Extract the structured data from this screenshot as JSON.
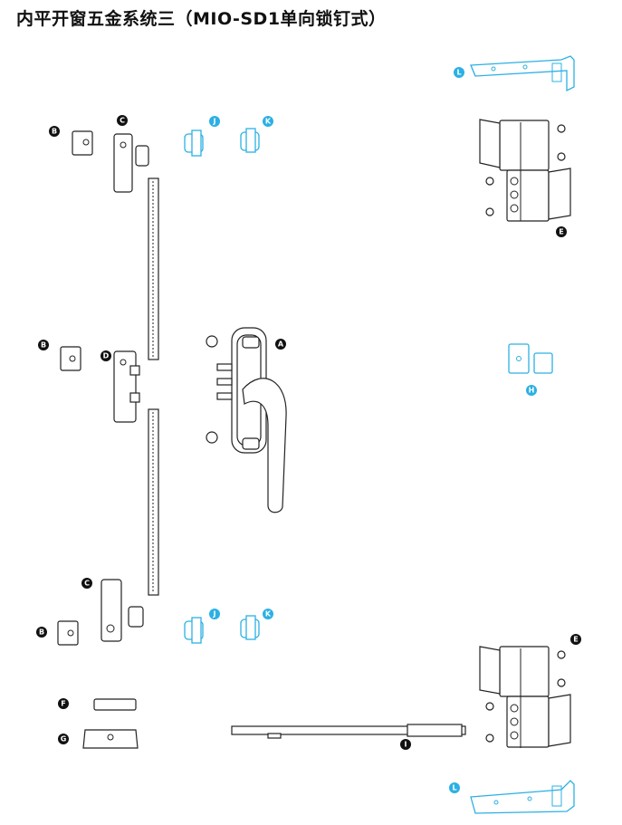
{
  "title": "内平开窗五金系统三（MIO-SD1单向锁钉式）",
  "colors": {
    "label_black": "#111111",
    "label_blue": "#2bb0e4",
    "line": "#222222"
  },
  "labels": {
    "A": "A",
    "B": "B",
    "C": "C",
    "D": "D",
    "E": "E",
    "F": "F",
    "G": "G",
    "H": "H",
    "I": "I",
    "J": "J",
    "K": "K",
    "L": "L"
  }
}
